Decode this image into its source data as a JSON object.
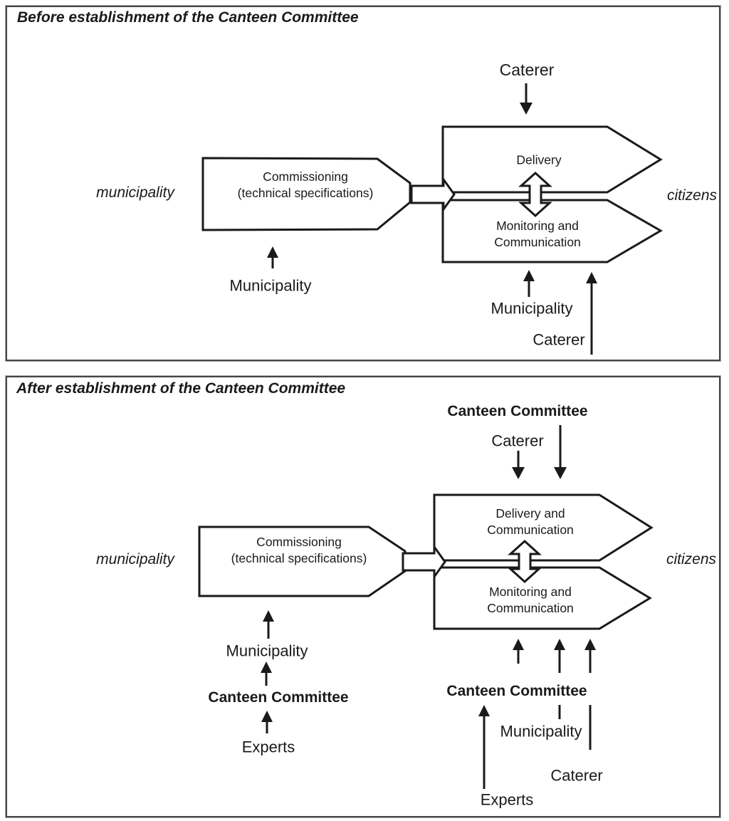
{
  "colors": {
    "ink": "#1a1a1a",
    "panel_border": "#444444",
    "panel_outline": "#aaaaaa",
    "background": "#ffffff"
  },
  "panels": [
    {
      "title": "Before establishment of the Canteen Committee",
      "labels": {
        "caterer_top": "Caterer",
        "municipality_left": "municipality",
        "citizens": "citizens",
        "commissioning": "Commissioning\n(technical specifications)",
        "delivery": "Delivery",
        "monitoring": "Monitoring and\nCommunication",
        "municipality_bottom": "Municipality",
        "municipality_right": "Municipality",
        "caterer_bottom": "Caterer"
      }
    },
    {
      "title": "After establishment of the Canteen Committee",
      "labels": {
        "canteen_committee_top": "Canteen Committee",
        "caterer_top": "Caterer",
        "municipality_left": "municipality",
        "citizens": "citizens",
        "commissioning": "Commissioning\n(technical specifications)",
        "delivery": "Delivery and\nCommunication",
        "monitoring": "Monitoring and\nCommunication",
        "municipality_mid": "Municipality",
        "canteen_committee_left": "Canteen Committee",
        "experts_left": "Experts",
        "canteen_committee_right": "Canteen Committee",
        "municipality_right": "Municipality",
        "caterer_right": "Caterer",
        "experts_right": "Experts"
      }
    }
  ]
}
